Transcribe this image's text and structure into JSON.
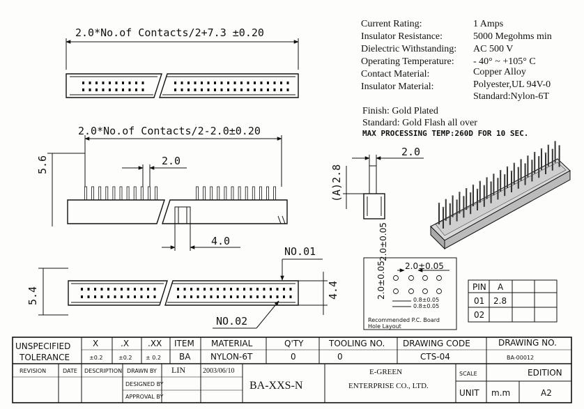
{
  "drawing": {
    "dim_top_length": "2.0*No.of Contacts/2+7.3 ±0.20",
    "dim_mid_length": "2.0*No.of Contacts/2-2.0±0.20",
    "dim_height_56": "5.6",
    "dim_pitch_20": "2.0",
    "dim_40": "4.0",
    "dim_54": "5.4",
    "dim_44": "4.4",
    "label_no01": "NO.01",
    "label_no02": "NO.02",
    "side_dim_20": "2.0",
    "side_dim_a28": "(A)2.8",
    "pcb_dim_top": "2.0±0.05",
    "pcb_dim_left": "2.0±0.05",
    "pcb_small_1": "0.8±0.05",
    "pcb_small_2": "0.8±0.05",
    "pcb_caption_1": "Recommended P.C. Board",
    "pcb_caption_2": "Hole Layout"
  },
  "specs": {
    "rows": [
      {
        "label": "Current Rating:",
        "value": "1 Amps"
      },
      {
        "label": "Insulator Resistance:",
        "value": "5000 Megohms min"
      },
      {
        "label": "Dielectric Withstanding:",
        "value": "AC 500 V"
      },
      {
        "label": "Operating Temperature:",
        "value": "- 40° ~ +105° C"
      },
      {
        "label": "Contact Material:",
        "value": "Copper Alloy"
      },
      {
        "label": "Insulator Material:",
        "value": "Polyester,UL 94V-0"
      }
    ],
    "insulator_alt": "Standard:Nylon-6T",
    "finish_1": "Finish: Gold Plated",
    "finish_2": "Standard: Gold Flash all over",
    "max_temp": "MAX PROCESSING TEMP:260D FOR 10 SEC."
  },
  "pin_table": {
    "headers": [
      "PIN",
      "A",
      "",
      ""
    ],
    "rows": [
      [
        "01",
        "2.8",
        "",
        ""
      ],
      [
        "02",
        "",
        "",
        ""
      ]
    ]
  },
  "title_block": {
    "unspecified": "UNSPECIFIED",
    "tolerance": "TOLERANCE",
    "tol_headers": [
      "X",
      ".X",
      ".XX"
    ],
    "tol_values": [
      "±0.2",
      "±0.2",
      "± 0.2"
    ],
    "item_label": "ITEM",
    "item_value": "BA",
    "material_label": "MATERIAL",
    "material_value": "NYLON-6T",
    "qty_label": "Q'TY",
    "qty_value": "0",
    "tooling_label": "TOOLING NO.",
    "tooling_value": "0",
    "drawing_code_label": "DRAWING CODE",
    "drawing_code_value": "CTS-04",
    "drawing_no_label": "DRAWING NO.",
    "drawing_no_value": "BA-00012",
    "revision": "REVISION",
    "date": "DATE",
    "description": "DESCRIPTION",
    "drawn_by": "DRAWN BY",
    "drawn_by_value": "LIN",
    "drawn_date": "2003/06/10",
    "designed_by": "DESIGNED BY",
    "approval_by": "APPROVAL BY",
    "part_no": "BA-XXS-N",
    "company_1": "E-GREEN",
    "company_2": "ENTERPRISE CO., LTD.",
    "scale": "SCALE",
    "edition": "EDITION",
    "unit": "UNIT",
    "unit_value": "m.m",
    "edition_value": "A2"
  }
}
